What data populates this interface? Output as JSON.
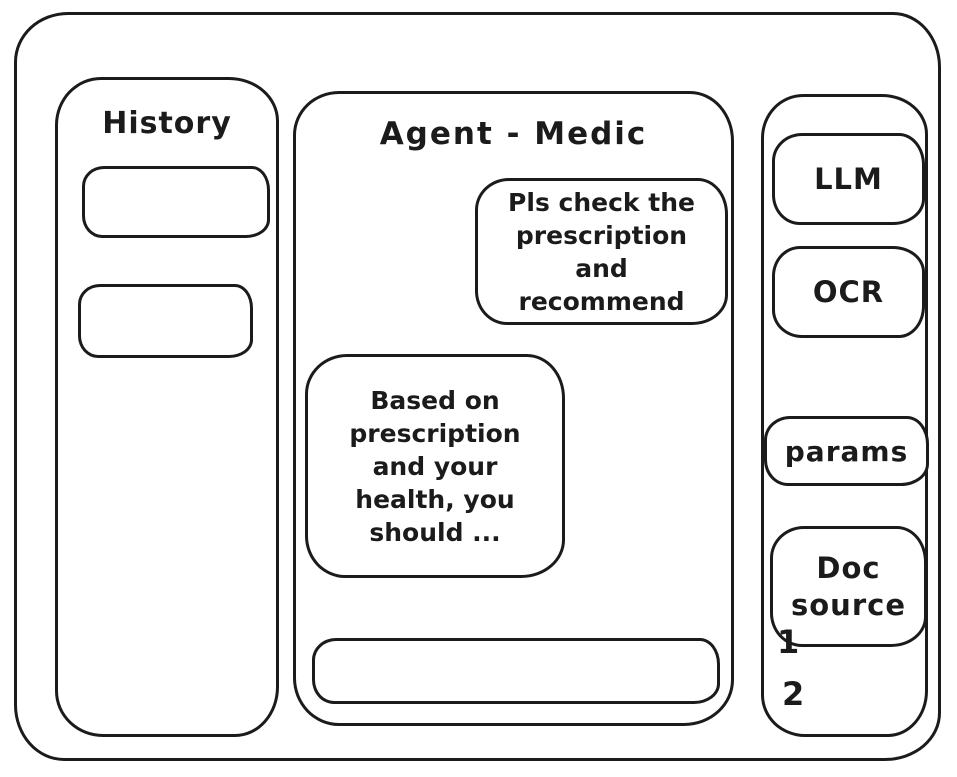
{
  "window": {
    "background_color": "#ffffff",
    "stroke_color": "#1b1b1b"
  },
  "history_panel": {
    "title": "History",
    "items": [
      {
        "label": ""
      },
      {
        "label": ""
      }
    ]
  },
  "chat_panel": {
    "title": "Agent - Medic",
    "messages": [
      {
        "role": "user",
        "text": "Pls check the prescription and recommend"
      },
      {
        "role": "assistant",
        "text": "Based on prescription and your health, you should ..."
      }
    ],
    "input": {
      "value": "",
      "placeholder": ""
    }
  },
  "tools_panel": {
    "buttons": [
      {
        "id": "llm",
        "label": "LLM"
      },
      {
        "id": "ocr",
        "label": "OCR"
      },
      {
        "id": "params",
        "label": "params"
      },
      {
        "id": "doc-source",
        "label": "Doc source"
      }
    ],
    "doc_source_list": [
      {
        "label": "1"
      },
      {
        "label": "2"
      }
    ]
  }
}
